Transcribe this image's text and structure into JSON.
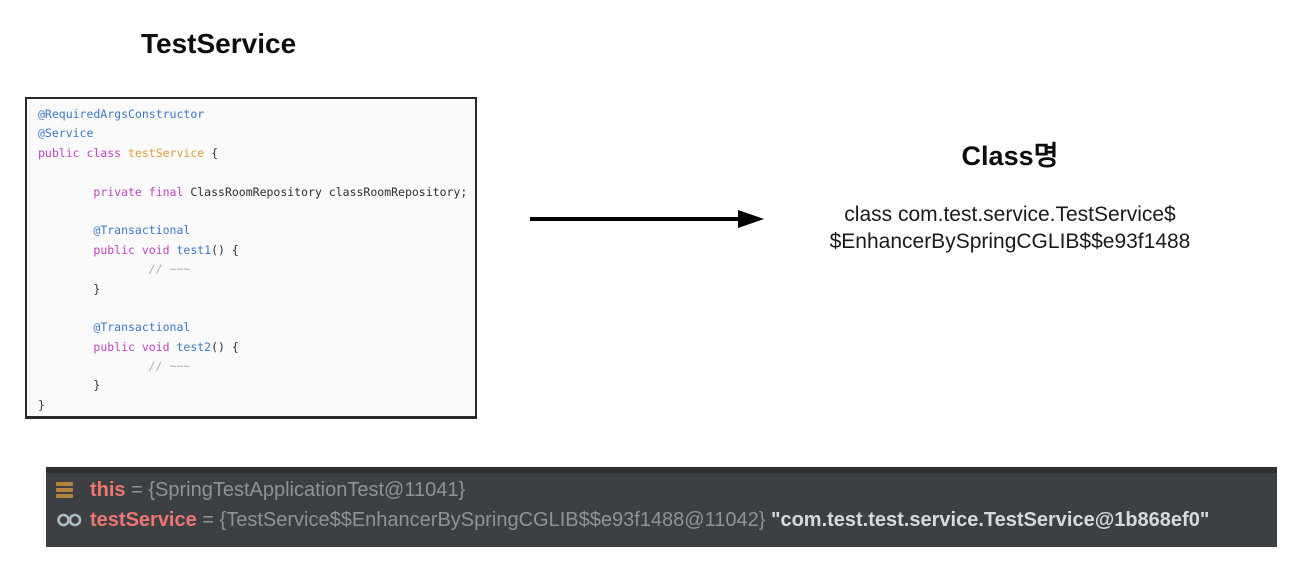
{
  "left": {
    "title": "TestService"
  },
  "right": {
    "title": "Class명",
    "class_name_line1": "class com.test.service.TestService$",
    "class_name_line2": "$EnhancerBySpringCGLIB$$e93f1488"
  },
  "code": {
    "lines": [
      [
        {
          "t": "@RequiredArgsConstructor",
          "c": "ann"
        }
      ],
      [
        {
          "t": "@Service",
          "c": "ann"
        }
      ],
      [
        {
          "t": "public class ",
          "c": "kw"
        },
        {
          "t": "testService ",
          "c": "cls"
        },
        {
          "t": "{",
          "c": "pl"
        }
      ],
      [],
      [
        {
          "t": "        ",
          "c": "pl"
        },
        {
          "t": "private final ",
          "c": "kw"
        },
        {
          "t": "ClassRoomRepository classRoomRepository;",
          "c": "pl"
        }
      ],
      [],
      [
        {
          "t": "        ",
          "c": "pl"
        },
        {
          "t": "@Transactional",
          "c": "ann"
        }
      ],
      [
        {
          "t": "        ",
          "c": "pl"
        },
        {
          "t": "public void ",
          "c": "kw"
        },
        {
          "t": "test1",
          "c": "mth"
        },
        {
          "t": "() {",
          "c": "pl"
        }
      ],
      [
        {
          "t": "                ",
          "c": "pl"
        },
        {
          "t": "// ~~~",
          "c": "cmt"
        }
      ],
      [
        {
          "t": "        }",
          "c": "pl"
        }
      ],
      [],
      [
        {
          "t": "        ",
          "c": "pl"
        },
        {
          "t": "@Transactional",
          "c": "ann"
        }
      ],
      [
        {
          "t": "        ",
          "c": "pl"
        },
        {
          "t": "public void ",
          "c": "kw"
        },
        {
          "t": "test2",
          "c": "mth"
        },
        {
          "t": "() {",
          "c": "pl"
        }
      ],
      [
        {
          "t": "                ",
          "c": "pl"
        },
        {
          "t": "// ~~~",
          "c": "cmt"
        }
      ],
      [
        {
          "t": "        }",
          "c": "pl"
        }
      ],
      [
        {
          "t": "}",
          "c": "pl"
        }
      ]
    ]
  },
  "debugger": {
    "rows": [
      {
        "icon": "variable-bars-icon",
        "segments": [
          {
            "t": "this",
            "c": "name"
          },
          {
            "t": " = ",
            "c": "dim"
          },
          {
            "t": "{SpringTestApplicationTest@11041}",
            "c": "dim"
          }
        ]
      },
      {
        "icon": "watch-glasses-icon",
        "segments": [
          {
            "t": "testService",
            "c": "name"
          },
          {
            "t": " = ",
            "c": "dim"
          },
          {
            "t": "{TestService$$EnhancerBySpringCGLIB$$e93f1488@11042} ",
            "c": "dim"
          },
          {
            "t": "\"com.test.test.service.TestService@1b868ef0\"",
            "c": "string"
          }
        ]
      }
    ]
  },
  "colors": {
    "annotation_blue": "#3c79c3",
    "keyword_magenta": "#bf45bf",
    "class_orange": "#dd9c3a",
    "comment_gray": "#aaadb0",
    "panel_background": "#3d4043",
    "variable_name_pink": "#ee7673",
    "value_gray": "#8f9395",
    "string_white": "#d7dadb",
    "bars_icon_brown": "#b5823f",
    "glasses_icon_blue": "#a9bcc4"
  }
}
